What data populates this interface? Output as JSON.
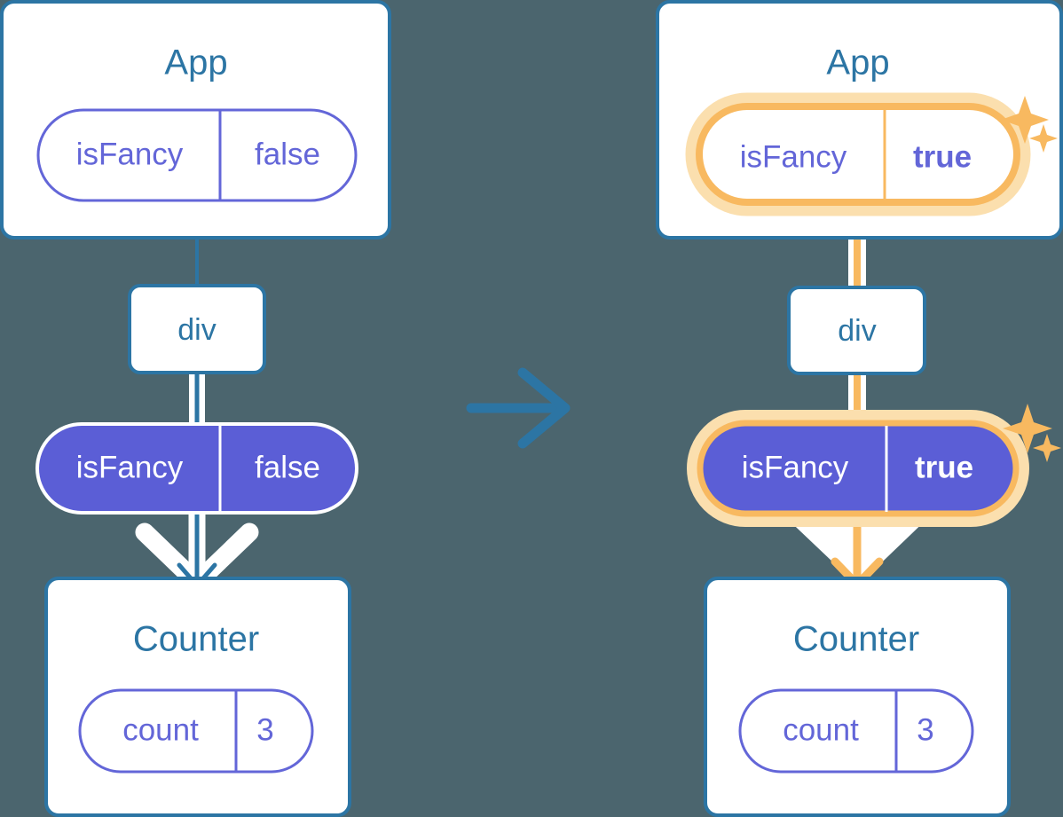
{
  "meta": {
    "background_color": "#4b656e",
    "box_border_color": "#2c75a4",
    "box_fill_color": "#ffffff",
    "pill_purple": "#6366d8",
    "pill_purple_fill": "#5b5ed6",
    "highlight_orange": "#f8b960",
    "highlight_glow": "#fbdfae",
    "line_white": "#ffffff"
  },
  "transition_arrow": {
    "icon": "arrow-right-icon",
    "color": "#2c75a4"
  },
  "panels": [
    {
      "id": "before",
      "app": {
        "title": "App",
        "state_pill": {
          "name": "isFancy",
          "value": "false",
          "style": "outline",
          "highlighted": false,
          "bold_value": false,
          "sparkles": false
        }
      },
      "div": {
        "title": "div"
      },
      "prop_pill": {
        "name": "isFancy",
        "value": "false",
        "style": "solid",
        "highlighted": false,
        "bold_value": false,
        "sparkles": false
      },
      "counter": {
        "title": "Counter",
        "state_pill": {
          "name": "count",
          "value": "3",
          "style": "outline",
          "highlighted": false,
          "bold_value": false,
          "sparkles": false
        }
      },
      "flow_color": "#2c75a4"
    },
    {
      "id": "after",
      "app": {
        "title": "App",
        "state_pill": {
          "name": "isFancy",
          "value": "true",
          "style": "outline",
          "highlighted": true,
          "bold_value": true,
          "sparkles": true
        }
      },
      "div": {
        "title": "div"
      },
      "prop_pill": {
        "name": "isFancy",
        "value": "true",
        "style": "solid",
        "highlighted": true,
        "bold_value": true,
        "sparkles": true
      },
      "counter": {
        "title": "Counter",
        "state_pill": {
          "name": "count",
          "value": "3",
          "style": "outline",
          "highlighted": false,
          "bold_value": false,
          "sparkles": false
        }
      },
      "flow_color": "#f8b960"
    }
  ]
}
